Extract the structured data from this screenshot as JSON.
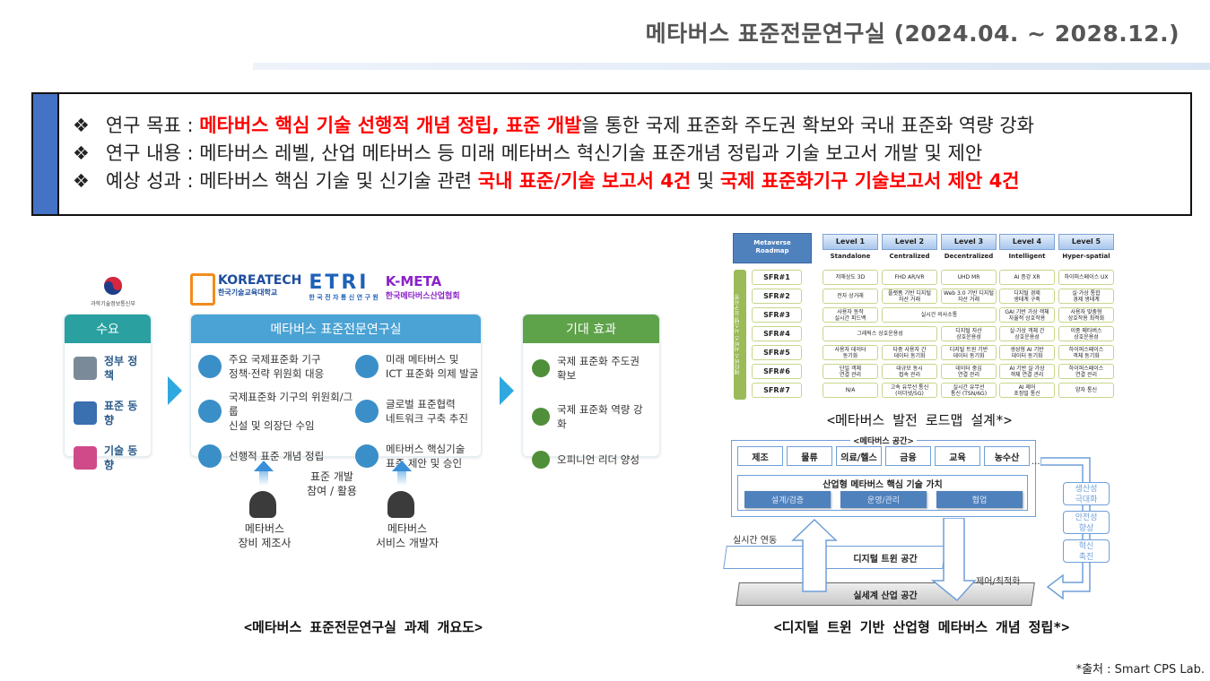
{
  "title": "메타버스 표준전문연구실 (2024.04. ~ 2028.12.)",
  "goals": [
    {
      "label": "연구 목표 : ",
      "parts": [
        {
          "t": "메타버스 핵심 기술 선행적 개념 정립, 표준 개발",
          "red": true
        },
        {
          "t": "을 통한 국제 표준화 주도권 확보와 국내 표준화 역량 강화",
          "red": false
        }
      ]
    },
    {
      "label": "연구 내용 : ",
      "parts": [
        {
          "t": "메타버스 레벨, 산업 메타버스 등 미래 메타버스 혁신기술 표준개념 정립과 기술 보고서 개발 및 제안",
          "red": false
        }
      ]
    },
    {
      "label": "예상 성과 : ",
      "parts": [
        {
          "t": "메타버스 핵심 기술 및 신기술 관련 ",
          "red": false
        },
        {
          "t": "국내 표준/기술 보고서 4건",
          "red": true
        },
        {
          "t": " 및 ",
          "red": false
        },
        {
          "t": "국제 표준화기구 기술보고서 제안 4건",
          "red": true
        }
      ]
    }
  ],
  "bullet": "❖",
  "overview": {
    "gov_logo": "과학기술정보통신부",
    "logos": {
      "koreatech": "KOREATECH",
      "koreatech_sub": "한국기술교육대학교",
      "etri": "ETRI",
      "etri_sub": "한 국 전 자 통 신 연 구 원",
      "kmeta": "K-META",
      "kmeta_sub": "한국메타버스산업협회"
    },
    "demand": {
      "title": "수요",
      "items": [
        "정부 정책",
        "표준 동향",
        "기술 동향"
      ]
    },
    "lab": {
      "title": "메타버스 표준전문연구실",
      "items": [
        "주요 국제표준화 기구\n정책·전략 위원회 대응",
        "미래 메타버스 및\nICT 표준화 의제 발굴",
        "국제표준화 기구의 위원회/그룹\n신설 및 의장단 수임",
        "글로벌 표준협력\n네트워크 구축 추진",
        "선행적 표준 개념 정립",
        "메타버스 핵심기술\n표준 제안 및 승인"
      ]
    },
    "effect": {
      "title": "기대 효과",
      "items": [
        "국제 표준화 주도권 확보",
        "국제 표준화 역량 강화",
        "오피니언 리더 양성"
      ]
    },
    "middle_label": "표준 개발\n참여 / 활용",
    "actors": [
      "메타버스\n장비 제조사",
      "메타버스\n서비스 개발자"
    ],
    "caption": "<메타버스 표준전문연구실 과제 개요도>",
    "colors": {
      "demand": "#2aa0a0",
      "lab": "#4aa3d4",
      "effect": "#5ea24a"
    }
  },
  "roadmap": {
    "corner": "Metaverse\nRoadmap",
    "side_label": "메타버스 서비스 시스템 요구사항",
    "levels": [
      {
        "name": "Level 1",
        "sub": "Standalone"
      },
      {
        "name": "Level 2",
        "sub": "Centralized"
      },
      {
        "name": "Level 3",
        "sub": "Decentralized"
      },
      {
        "name": "Level 4",
        "sub": "Intelligent"
      },
      {
        "name": "Level 5",
        "sub": "Hyper-spatial"
      }
    ],
    "rows": [
      {
        "sfr": "SFR#1",
        "cells": [
          {
            "t": "저해상도 3D",
            "span": 1
          },
          {
            "t": "FHD AR/VR",
            "span": 1
          },
          {
            "t": "UHD MR",
            "span": 1
          },
          {
            "t": "AI 증강 XR",
            "span": 1
          },
          {
            "t": "하이퍼스페이스 UX",
            "span": 1
          }
        ]
      },
      {
        "sfr": "SFR#2",
        "cells": [
          {
            "t": "전자 상거래",
            "span": 1
          },
          {
            "t": "플랫폼 기반 디지털\n자산 거래",
            "span": 1
          },
          {
            "t": "Web 3.0 기반 디지털\n자산 거래",
            "span": 1
          },
          {
            "t": "디지털 경제\n생태계 구축",
            "span": 1
          },
          {
            "t": "실·가상 통합\n경제 생태계",
            "span": 1
          }
        ]
      },
      {
        "sfr": "SFR#3",
        "cells": [
          {
            "t": "사용자 동작\n실시간 피드백",
            "span": 1
          },
          {
            "t": "실시간 의사소통",
            "span": 2
          },
          {
            "t": "GAI 기반 가상 객체\n자율적 상호작용",
            "span": 1
          },
          {
            "t": "사용자 맞춤형\n상호작용 최적화",
            "span": 1
          }
        ]
      },
      {
        "sfr": "SFR#4",
        "cells": [
          {
            "t": "그래픽스 상호운용성",
            "span": 2
          },
          {
            "t": "디지털 자산\n상호운용성",
            "span": 1
          },
          {
            "t": "실·가상 객체 간\n상호운용성",
            "span": 1
          },
          {
            "t": "이종 메타버스\n상호운용성",
            "span": 1
          }
        ]
      },
      {
        "sfr": "SFR#5",
        "cells": [
          {
            "t": "사용자 데이터\n동기화",
            "span": 1
          },
          {
            "t": "다중 사용자 간\n데이터 동기화",
            "span": 1
          },
          {
            "t": "디지털 트윈 기반\n데이터 동기화",
            "span": 1
          },
          {
            "t": "생성형 AI 기반\n데이터 동기화",
            "span": 1
          },
          {
            "t": "하이퍼스페이스\n객체 동기화",
            "span": 1
          }
        ]
      },
      {
        "sfr": "SFR#6",
        "cells": [
          {
            "t": "단일 객체\n연결 관리",
            "span": 1
          },
          {
            "t": "대규모 동시\n접속 관리",
            "span": 1
          },
          {
            "t": "데이터 중심\n연결 관리",
            "span": 1
          },
          {
            "t": "AI 기반 실·가상\n객체 연결 관리",
            "span": 1
          },
          {
            "t": "하이퍼스페이스\n연결 관리",
            "span": 1
          }
        ]
      },
      {
        "sfr": "SFR#7",
        "cells": [
          {
            "t": "N/A",
            "span": 1
          },
          {
            "t": "고속 유무선 통신\n(이더넷/5G)",
            "span": 1
          },
          {
            "t": "실시간 유무선\n통신 (TSN/6G)",
            "span": 1
          },
          {
            "t": "AI 제어\n초정밀 통신",
            "span": 1
          },
          {
            "t": "양자 통신",
            "span": 1
          }
        ]
      }
    ],
    "caption": "<메타버스 발전 로드맵 설계*>"
  },
  "twin": {
    "space_title": "<메타버스 공간>",
    "industries": [
      "제조",
      "물류",
      "의료/헬스",
      "금융",
      "교육",
      "농수산"
    ],
    "ellipsis": "...",
    "core_title": "산업형 메타버스 핵심 기술 가치",
    "core_items": [
      "설계/검증",
      "운영/관리",
      "협업"
    ],
    "realtime": "실시간 연동",
    "digital_twin": "디지털 트윈 공간",
    "control": "제어/최적화",
    "real_world": "실세계 산업 공간",
    "benefits": [
      "생산성\n극대화",
      "안전성\n향상",
      "혁신\n촉진"
    ],
    "caption": "<디지털 트윈 기반 산업형 메타버스 개념 정립*>"
  },
  "source": "*출처 : Smart CPS Lab."
}
